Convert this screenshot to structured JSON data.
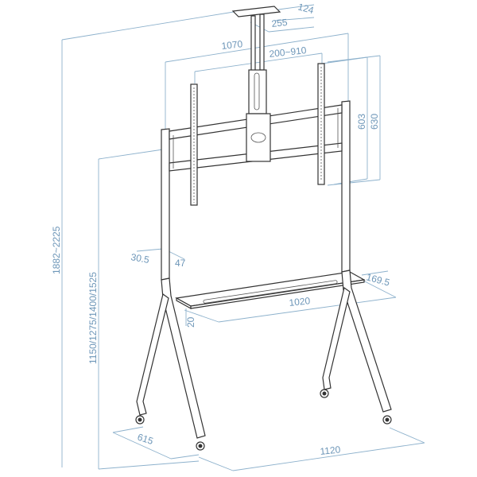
{
  "diagram": {
    "subject": "Mobile TV stand with ceiling column, VESA bracket, shelf and castor wheels",
    "dimension_color": "#6d96b8",
    "line_color": "#333333",
    "dimensions": {
      "ceiling_plate_depth": "124",
      "ceiling_plate_width": "255",
      "upright_spacing": "1070",
      "vesa_width": "200~910",
      "vesa_height_inner": "603",
      "vesa_height_outer": "630",
      "overall_height": "1882~2225",
      "mount_center_heights": "1150/1275/1400/1525",
      "upright_width": "30.5",
      "upright_depth": "47",
      "shelf_depth": "169.5",
      "shelf_width": "1020",
      "shelf_thickness": "20",
      "base_depth": "615",
      "base_width": "1120"
    }
  }
}
